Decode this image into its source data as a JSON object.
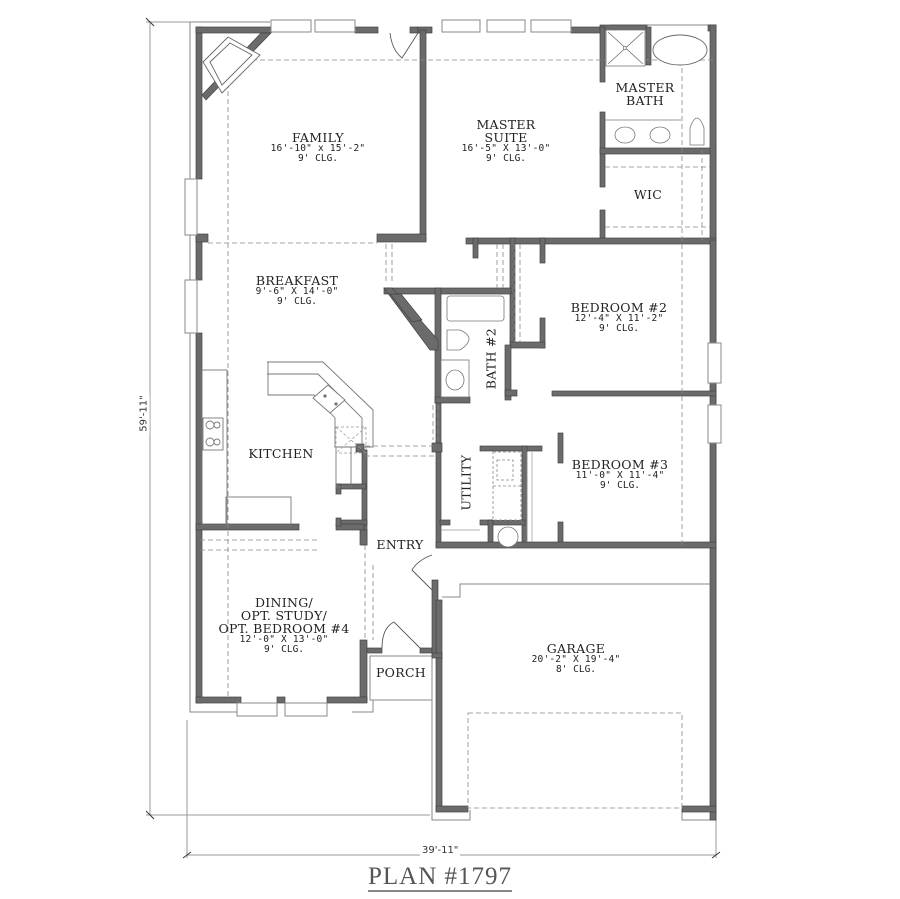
{
  "plan": {
    "title": "PLAN #1797",
    "overall_width": "39'-11\"",
    "overall_depth": "59'-11\""
  },
  "colors": {
    "wall": "#6b6b6b",
    "wall_outline": "#444444",
    "thin_line": "#888888",
    "text": "#222222",
    "background": "#ffffff"
  },
  "rooms": {
    "family": {
      "name": "FAMILY",
      "dims": "16'-10\" x 15'-2\"",
      "clg": "9' CLG."
    },
    "master_suite": {
      "name_line1": "MASTER",
      "name_line2": "SUITE",
      "dims": "16'-5\" X 13'-0\"",
      "clg": "9' CLG."
    },
    "master_bath": {
      "name_line1": "MASTER",
      "name_line2": "BATH"
    },
    "wic": {
      "name": "WIC"
    },
    "breakfast": {
      "name": "BREAKFAST",
      "dims": "9'-6\" X 14'-0\"",
      "clg": "9' CLG."
    },
    "kitchen": {
      "name": "KITCHEN"
    },
    "bath2": {
      "name": "BATH #2"
    },
    "bedroom2": {
      "name": "BEDROOM #2",
      "dims": "12'-4\" X 11'-2\"",
      "clg": "9' CLG."
    },
    "bedroom3": {
      "name": "BEDROOM #3",
      "dims": "11'-0\" X 11'-4\"",
      "clg": "9' CLG."
    },
    "utility": {
      "name": "UTILITY"
    },
    "entry": {
      "name": "ENTRY"
    },
    "dining": {
      "name_line1": "DINING/",
      "name_line2": "OPT. STUDY/",
      "name_line3": "OPT. BEDROOM #4",
      "dims": "12'-0\" X 13'-0\"",
      "clg": "9' CLG."
    },
    "porch": {
      "name": "PORCH"
    },
    "garage": {
      "name": "GARAGE",
      "dims": "20'-2\" X 19'-4\"",
      "clg": "8' CLG."
    }
  }
}
